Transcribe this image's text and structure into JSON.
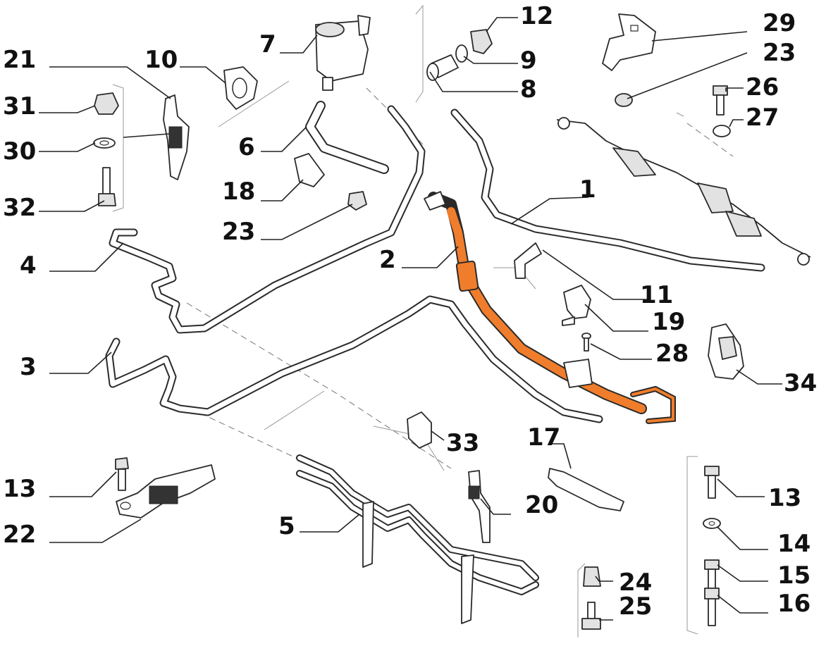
{
  "colors": {
    "highlight": "#f07d2b",
    "line": "#2a2a2a",
    "background": "#ffffff"
  },
  "callouts": {
    "c1": "1",
    "c2": "2",
    "c3": "3",
    "c4": "4",
    "c5": "5",
    "c6": "6",
    "c7": "7",
    "c8": "8",
    "c9": "9",
    "c10": "10",
    "c11": "11",
    "c12": "12",
    "c13a": "13",
    "c13b": "13",
    "c14": "14",
    "c15": "15",
    "c16": "16",
    "c17": "17",
    "c18": "18",
    "c19": "19",
    "c20": "20",
    "c21": "21",
    "c22": "22",
    "c23a": "23",
    "c23b": "23",
    "c24": "24",
    "c25": "25",
    "c26": "26",
    "c27": "27",
    "c28": "28",
    "c29": "29",
    "c30": "30",
    "c31": "31",
    "c32": "32",
    "c33": "33",
    "c34": "34"
  },
  "highlighted_part": "2"
}
